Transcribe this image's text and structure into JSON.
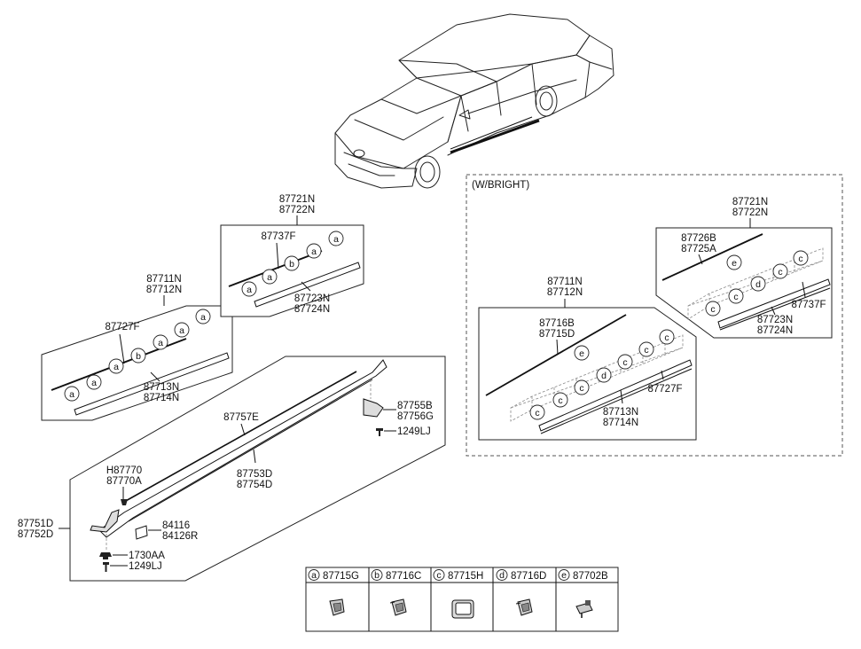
{
  "top_left_group": {
    "labels": {
      "main": [
        "87711N",
        "87712N"
      ],
      "upper": "87727F",
      "lower": [
        "87713N",
        "87714N"
      ]
    },
    "clips": [
      "a",
      "a",
      "a",
      "b",
      "a",
      "a",
      "a"
    ]
  },
  "top_center_group": {
    "labels": {
      "main": [
        "87721N",
        "87722N"
      ],
      "upper": "87737F",
      "lower": [
        "87723N",
        "87724N"
      ]
    },
    "clips": [
      "a",
      "a",
      "b",
      "a",
      "a"
    ]
  },
  "side_sill_group": {
    "labels": {
      "outer": [
        "87751D",
        "87752D"
      ],
      "moulding": "87757E",
      "sill": [
        "87753D",
        "87754D"
      ],
      "bracket_rear": [
        "87755B",
        "87756G"
      ],
      "screw_rear": "1249LJ",
      "clip_front": [
        "H87770",
        "87770A"
      ],
      "pad": [
        "84116",
        "84126R"
      ],
      "nut": "1730AA",
      "screw_front": "1249LJ"
    }
  },
  "bright_section": {
    "title": "(W/BRIGHT)",
    "front_group": {
      "labels": {
        "main": [
          "87711N",
          "87712N"
        ],
        "upper": [
          "87716B",
          "87715D"
        ],
        "lower": [
          "87713N",
          "87714N"
        ],
        "side": "87727F"
      },
      "clips": [
        "c",
        "c",
        "c",
        "d",
        "c",
        "c",
        "c",
        "e"
      ]
    },
    "rear_group": {
      "labels": {
        "main": [
          "87721N",
          "87722N"
        ],
        "upper": [
          "87726B",
          "87725A"
        ],
        "lower": [
          "87723N",
          "87724N"
        ],
        "side": "87737F"
      },
      "clips": [
        "c",
        "c",
        "d",
        "c",
        "c",
        "e"
      ]
    }
  },
  "legend": [
    {
      "key": "a",
      "part": "87715G"
    },
    {
      "key": "b",
      "part": "87716C"
    },
    {
      "key": "c",
      "part": "87715H"
    },
    {
      "key": "d",
      "part": "87716D"
    },
    {
      "key": "e",
      "part": "87702B"
    }
  ]
}
